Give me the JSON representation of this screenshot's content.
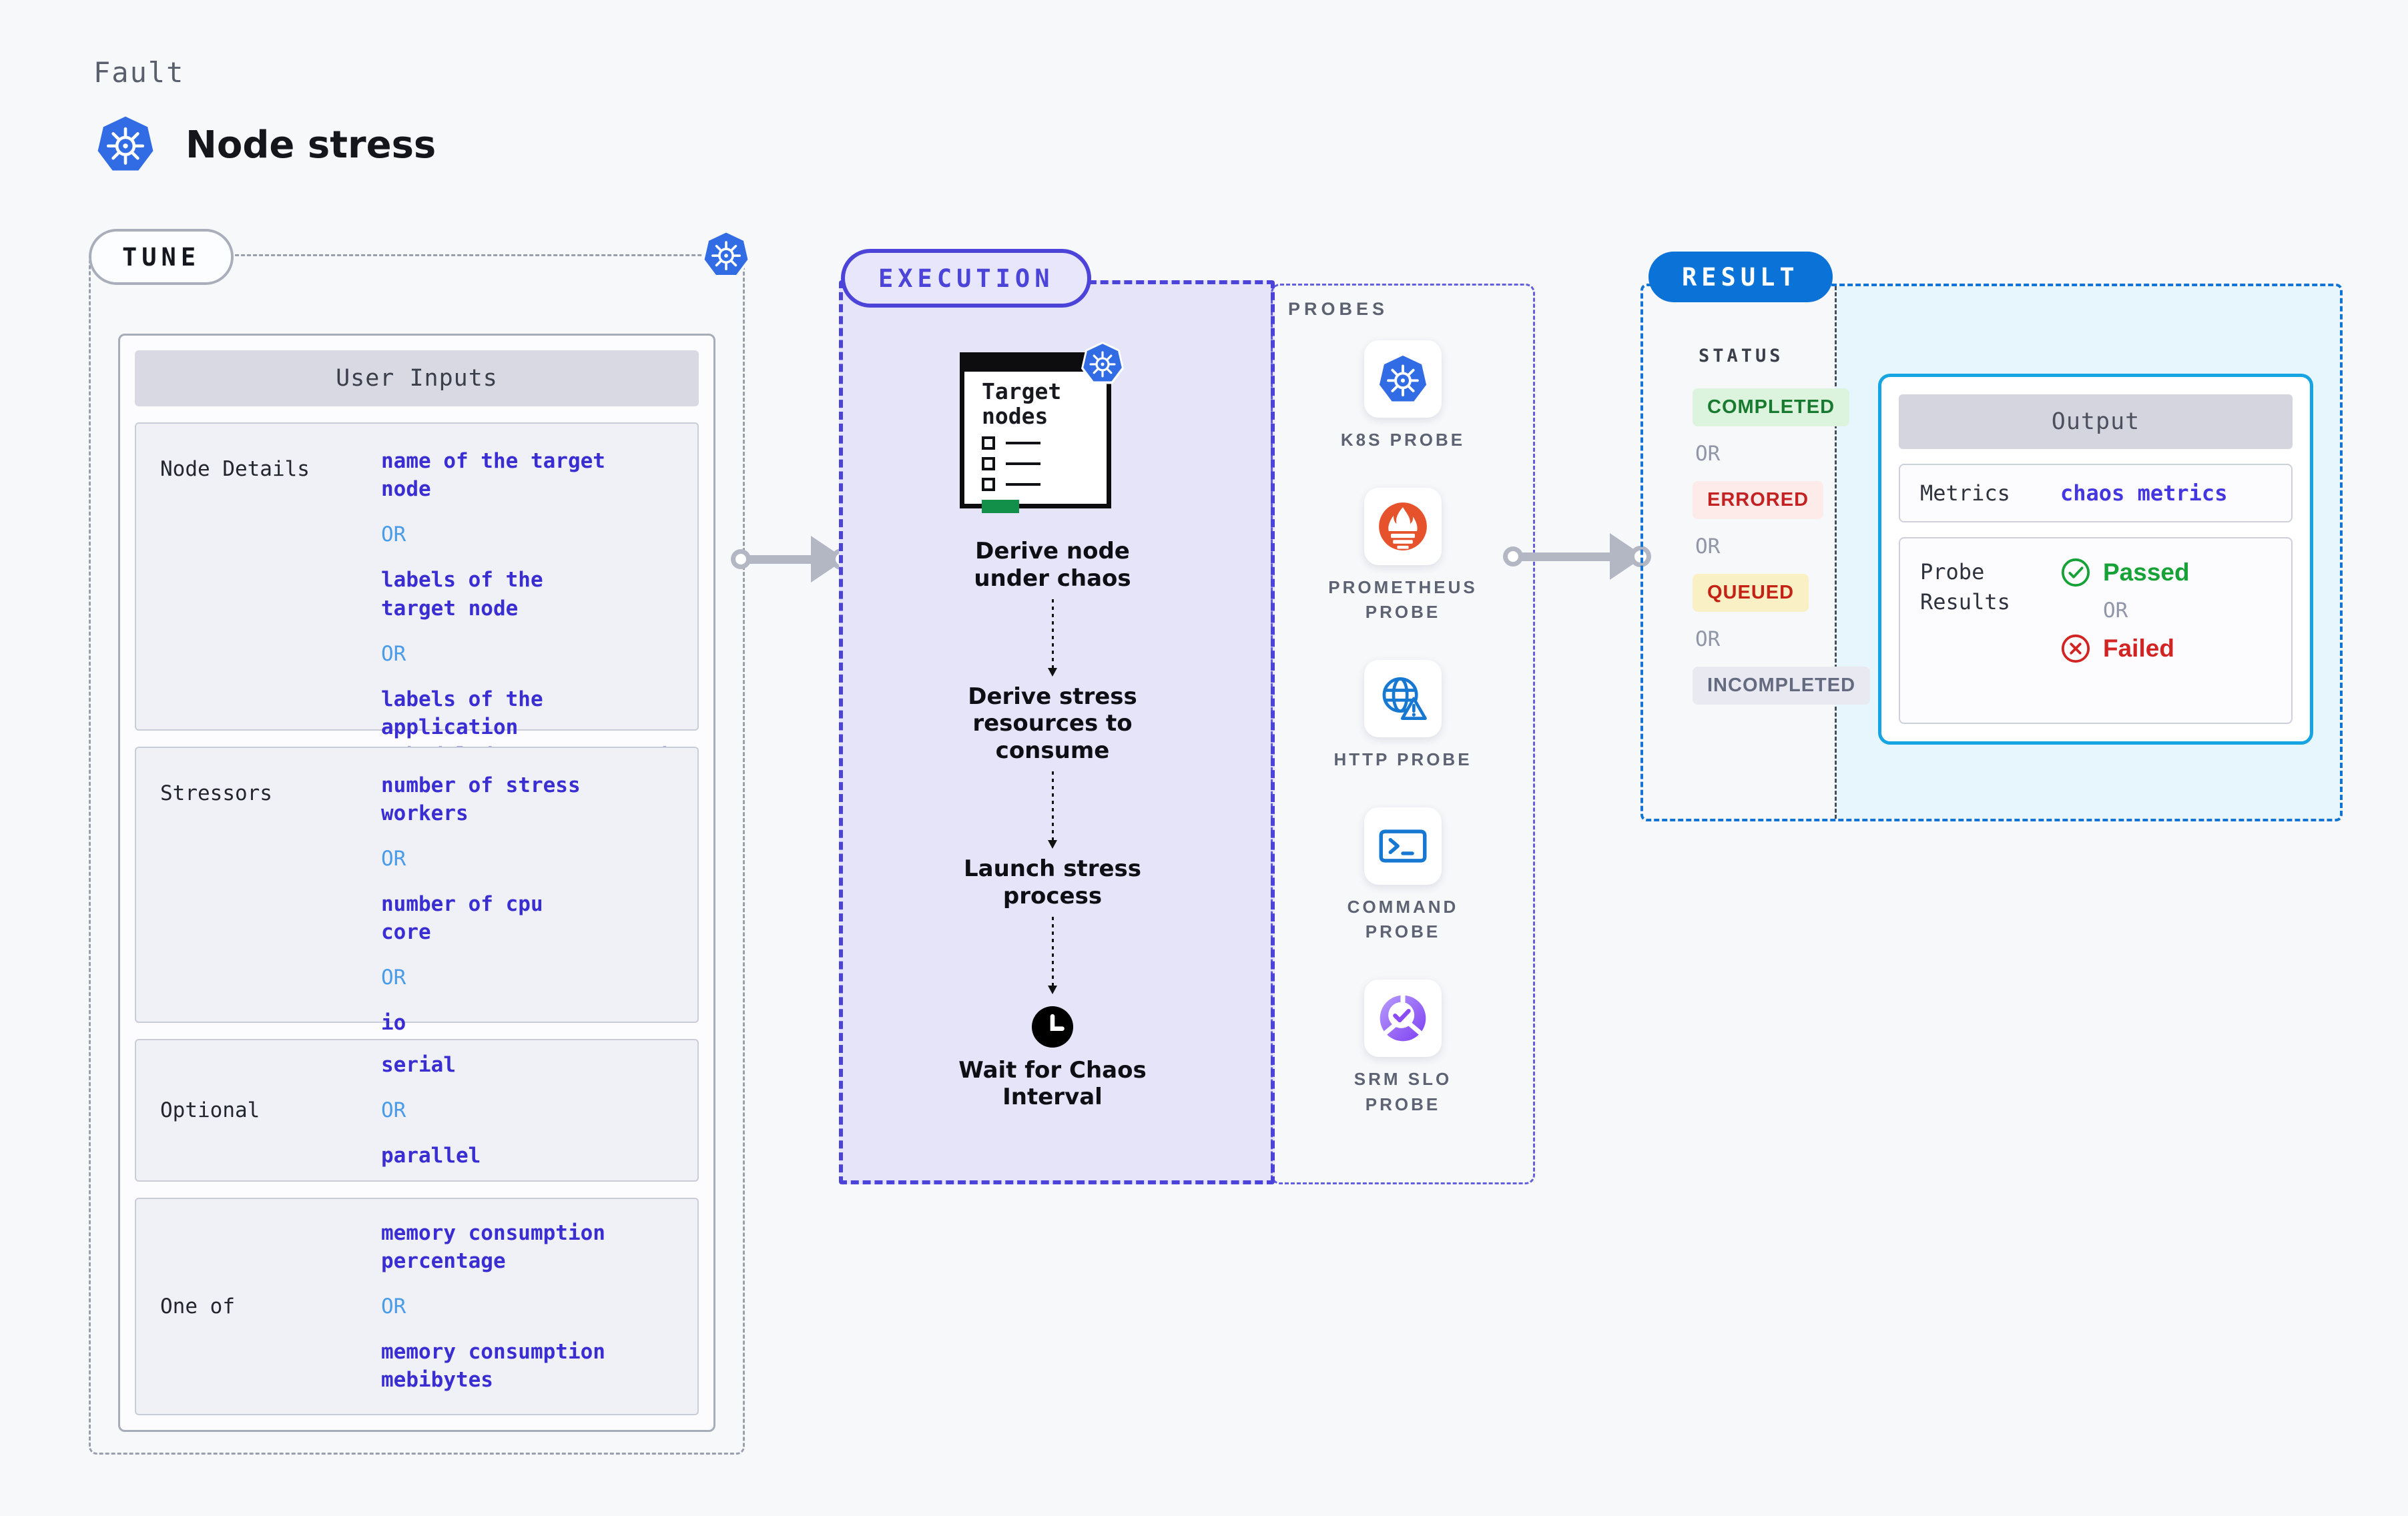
{
  "header": {
    "eyebrow": "Fault",
    "title": "Node stress"
  },
  "tune": {
    "badge": "TUNE",
    "table_header": "User Inputs",
    "rows": [
      {
        "label": "Node Details",
        "values": [
          {
            "text": "name of the target\nnode",
            "type": "value"
          },
          {
            "text": "OR",
            "type": "or"
          },
          {
            "text": "labels of the\ntarget node",
            "type": "value"
          },
          {
            "text": "OR",
            "type": "or"
          },
          {
            "text": "labels of the application\n scheduled on target node",
            "type": "value"
          }
        ]
      },
      {
        "label": "Stressors",
        "values": [
          {
            "text": "number of stress\nworkers",
            "type": "value"
          },
          {
            "text": "OR",
            "type": "or"
          },
          {
            "text": "number of cpu\ncore",
            "type": "value"
          },
          {
            "text": "OR",
            "type": "or"
          },
          {
            "text": "io",
            "type": "value"
          }
        ]
      },
      {
        "label": "Optional",
        "values": [
          {
            "text": "serial",
            "type": "value"
          },
          {
            "text": "OR",
            "type": "or"
          },
          {
            "text": "parallel",
            "type": "value"
          }
        ]
      },
      {
        "label": "One of",
        "values": [
          {
            "text": "memory consumption\npercentage",
            "type": "value"
          },
          {
            "text": "OR",
            "type": "or"
          },
          {
            "text": "memory consumption\nmebibytes",
            "type": "value"
          }
        ]
      }
    ]
  },
  "execution": {
    "badge": "EXECUTION",
    "window_title": "Target nodes",
    "steps": [
      "Derive node under chaos",
      "Derive stress resources to consume",
      "Launch stress process",
      "Wait for Chaos Interval"
    ]
  },
  "probes": {
    "label": "PROBES",
    "items": [
      {
        "label": "K8S PROBE",
        "icon": "kubernetes-icon"
      },
      {
        "label": "PROMETHEUS PROBE",
        "icon": "prometheus-icon"
      },
      {
        "label": "HTTP PROBE",
        "icon": "globe-warning-icon"
      },
      {
        "label": "COMMAND PROBE",
        "icon": "terminal-icon"
      },
      {
        "label": "SRM SLO PROBE",
        "icon": "slo-pie-check-icon"
      }
    ]
  },
  "result": {
    "badge": "RESULT",
    "status_label": "STATUS",
    "or": "OR",
    "statuses": {
      "completed": "COMPLETED",
      "errored": "ERRORED",
      "queued": "QUEUED",
      "incompleted": "INCOMPLETED"
    },
    "output": {
      "header": "Output",
      "metrics_label": "Metrics",
      "metrics_value": "chaos metrics",
      "probe_results_label": "Probe\nResults",
      "passed": "Passed",
      "or": "OR",
      "failed": "Failed"
    }
  },
  "colors": {
    "kubernetes_blue": "#326ce5",
    "execution_indigo": "#4c44d8",
    "result_blue": "#0b73d7",
    "output_border_cyan": "#16a5e2",
    "value_indigo": "#3a2ed2",
    "or_blue": "#4b9ce8",
    "completed_green": "#187a2f",
    "errored_red": "#c32222",
    "queued_yellow_bg": "#faf0c6",
    "passed_green": "#17a237",
    "failed_red": "#d32424",
    "prometheus_orange": "#e6522c",
    "srm_purple": "#7e3ff2"
  }
}
